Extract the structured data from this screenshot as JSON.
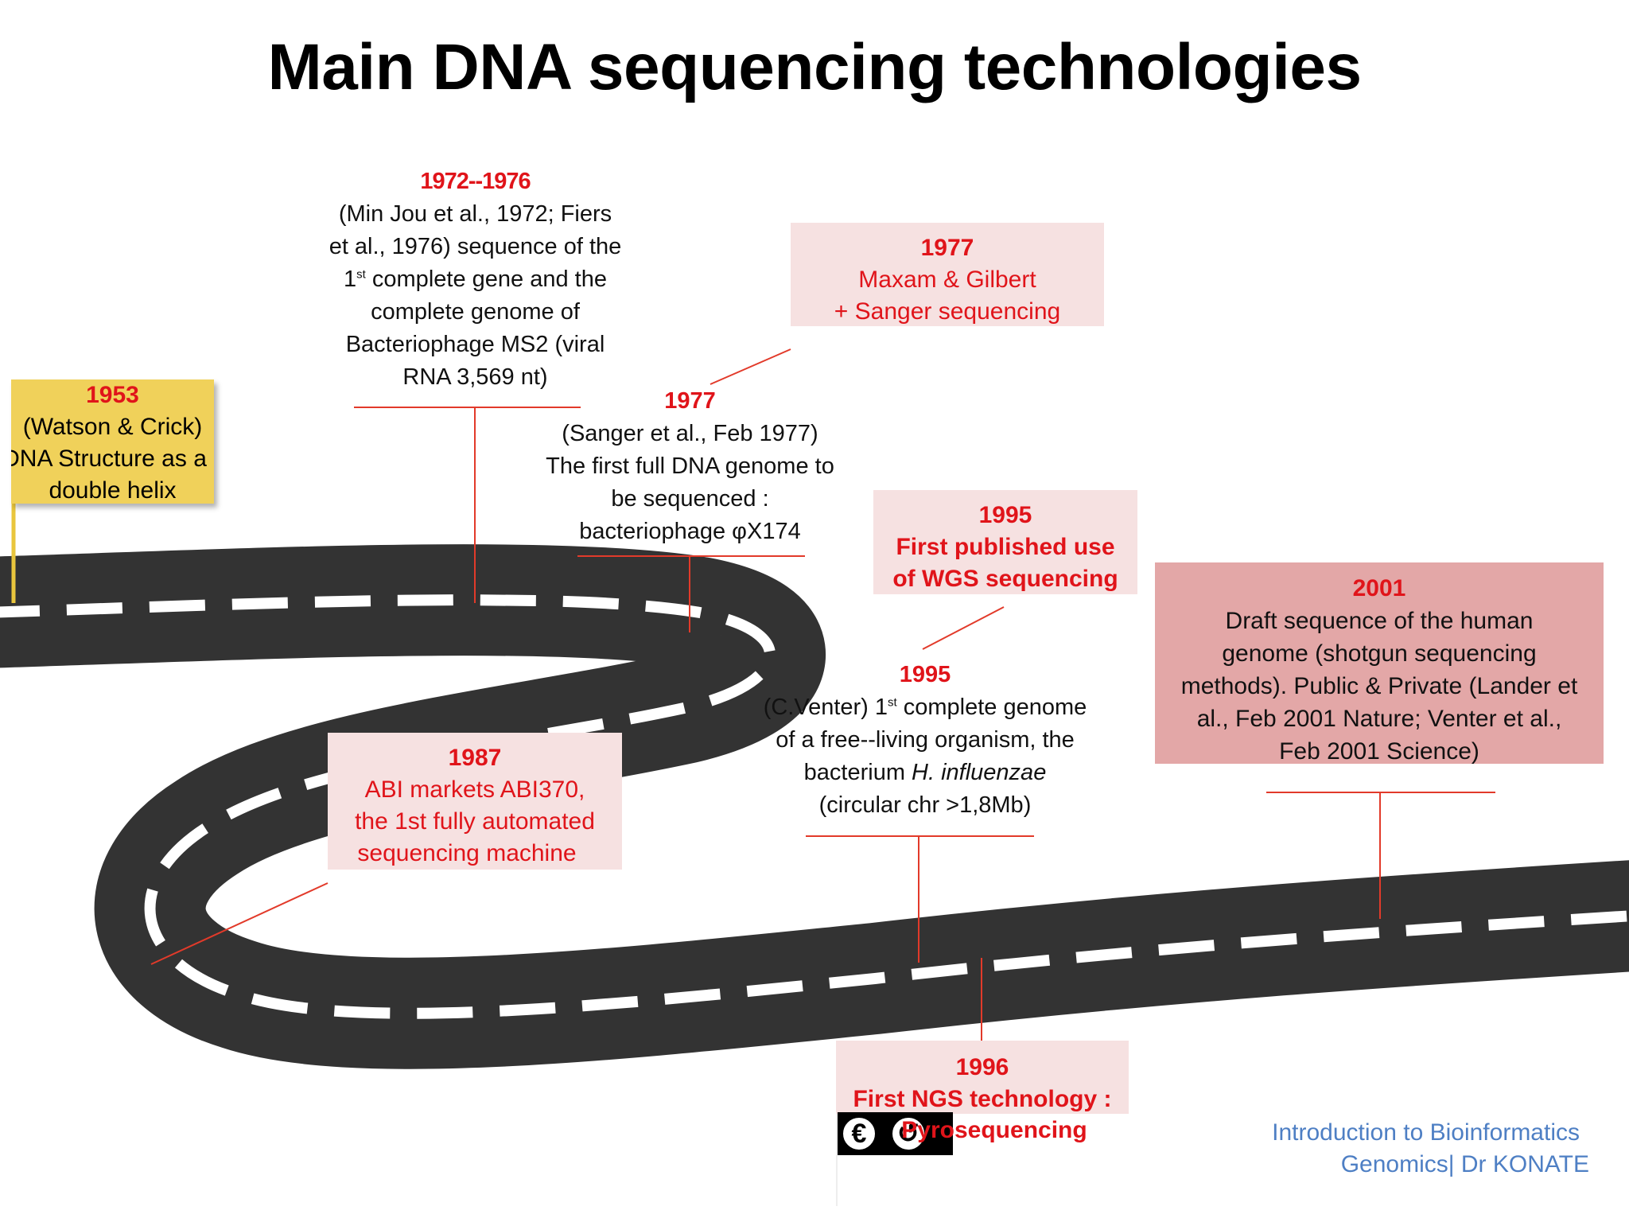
{
  "title": "Main DNA sequencing technologies",
  "milestones": {
    "m1953": {
      "year": "1953",
      "line1": "(Watson & Crick)",
      "line2": "DNA Structure as a",
      "line3": "double helix"
    },
    "m1972": {
      "year": "1972--1976",
      "line1": "(Min Jou et al., 1972; Fiers",
      "line2": "et al., 1976) sequence of the",
      "line3_num": "1",
      "line3_sup": "st",
      "line3_rest": " complete gene and the",
      "line4": "complete genome of",
      "line5": "Bacteriophage MS2 (viral",
      "line6": "RNA 3,569 nt)"
    },
    "m1977a": {
      "year": "1977",
      "line1": "Maxam & Gilbert",
      "line2": "+ Sanger sequencing"
    },
    "m1977b": {
      "year": "1977",
      "line1": "(Sanger et al., Feb 1977)",
      "line2": "The first full DNA genome to",
      "line3": "be sequenced :",
      "line4": "bacteriophage φX174"
    },
    "m1995a": {
      "year": "1995",
      "line1": "First published use",
      "line2": "of WGS sequencing"
    },
    "m1995b": {
      "year": "1995",
      "line1_pre": "(C.Venter) 1",
      "line1_sup": "st",
      "line1_rest": " complete genome",
      "line2": "of a free--living organism, the",
      "line3_pre": "bacterium ",
      "line3_italic": "H. influenzae",
      "line4": "(circular chr >1,8Mb)"
    },
    "m2001": {
      "year": "2001",
      "line1": "Draft sequence of the human",
      "line2": "genome (shotgun sequencing",
      "line3": "methods). Public & Private (Lander et",
      "line4": "al., Feb 2001 Nature; Venter et al.,",
      "line5": "Feb 2001 Science)"
    },
    "m1987": {
      "year": "1987",
      "line1": "ABI markets ABI370,",
      "line2": "the 1st fully automated",
      "line3": "sequencing machine"
    },
    "m1996": {
      "year": "1996",
      "line1": "First NGS technology :",
      "line2": "Pyrosequencing"
    }
  },
  "footer": {
    "line1": "Introduction to Bioinformatics",
    "line2": "Genomics| Dr KONATE"
  },
  "license_icons": [
    "noncommercial-icon",
    "share-alike-icon"
  ],
  "colors": {
    "accent_red": "#e0141a",
    "road": "#333333",
    "connector": "#e23a2a",
    "pink_box": "#f6e1e1",
    "rose_box": "#e3a7a7",
    "yellow_box": "#f0d15a",
    "footer_blue": "#4e7fc4"
  }
}
